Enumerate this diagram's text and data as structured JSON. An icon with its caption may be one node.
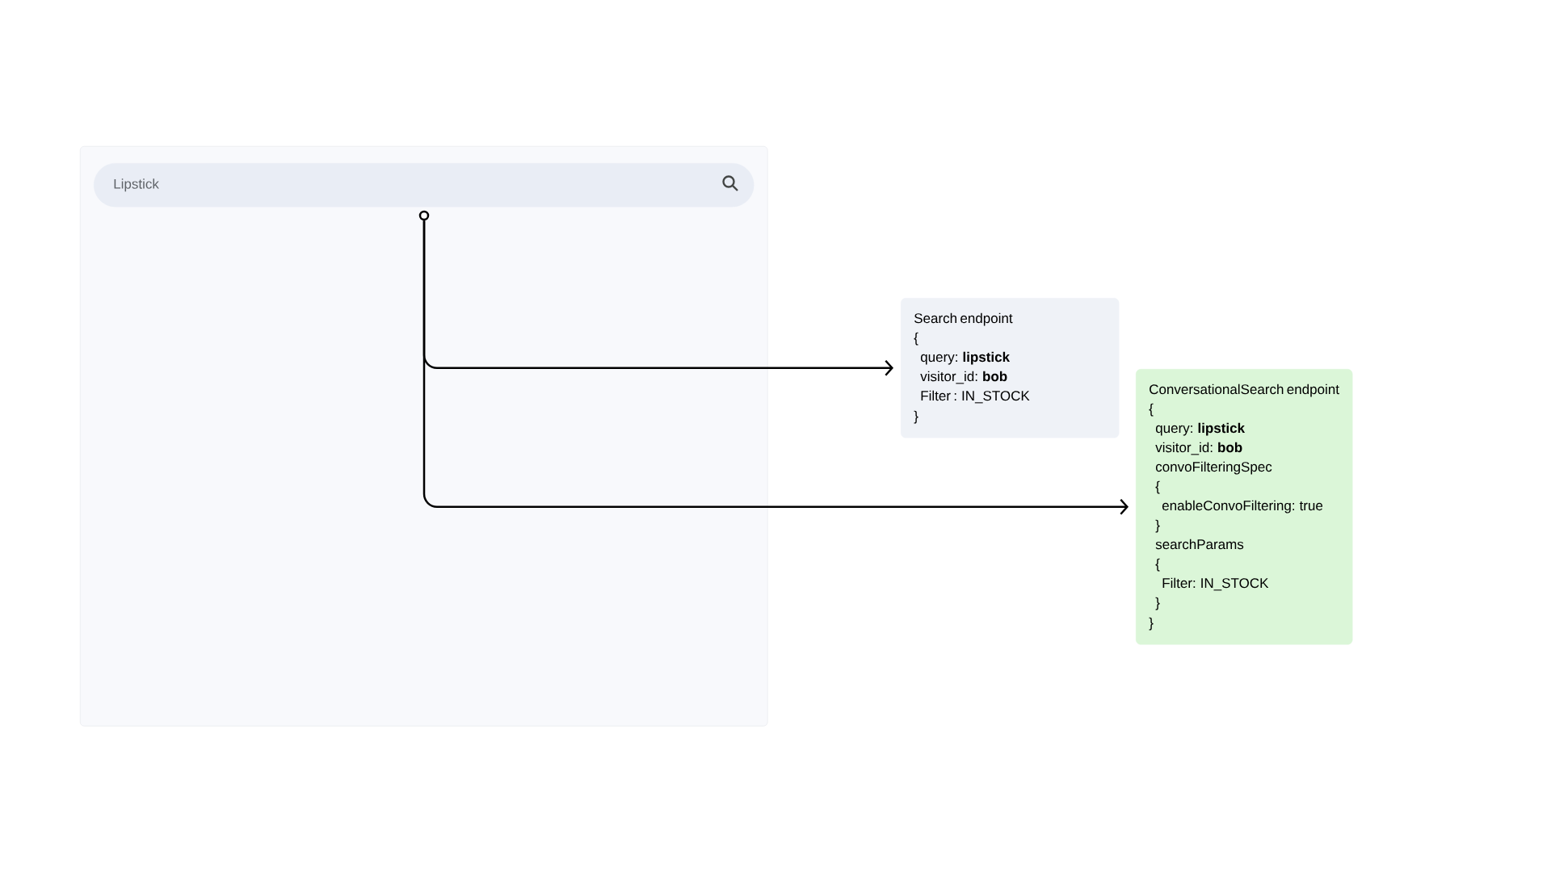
{
  "diagram": {
    "nodes": [
      {
        "text": [],
        "shape": "box"
      },
      {
        "text": [
          "Lipstick"
        ],
        "in": 0
      },
      {
        "text": [],
        "shape": "circle",
        "in": 0
      },
      {
        "text": [
          "Search endpoint",
          "{",
          "query: **lipstick**",
          "visitor_id: **bob**",
          "Filter : IN_STOCK",
          "}"
        ]
      },
      {
        "text": [
          "ConversationalSearch endpoint",
          "{",
          "query: **lipstick**",
          "visitor_id: **bob**",
          "convoFilteringSpec",
          "{",
          "enableConvoFiltering: true",
          "}",
          "searchParams",
          "{",
          "Filter: IN_STOCK",
          "}",
          "}"
        ]
      }
    ],
    "edges": [
      {
        "from": 2,
        "to": 3,
        "arrow": "to"
      },
      {
        "from": 2,
        "to": 4,
        "arrow": "to"
      }
    ]
  }
}
